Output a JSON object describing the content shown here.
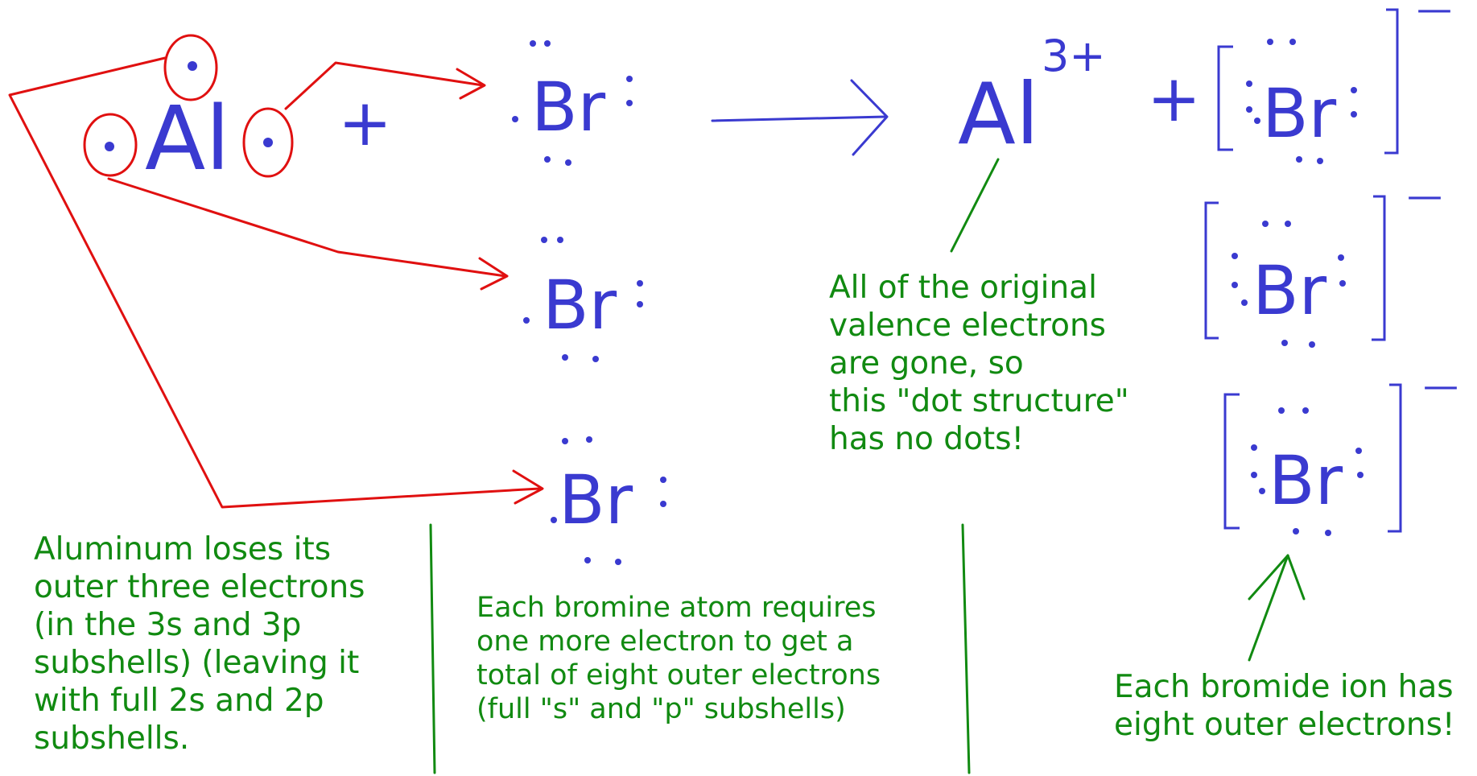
{
  "notes": {
    "aluminum": "Aluminum loses its\nouter three electrons\n(in the 3s and 3p\nsubshells) (leaving it\nwith full 2s and 2p\nsubshells.",
    "bromine": "Each bromine atom requires\none more electron to get a\ntotal of eight outer electrons\n(full \"s\" and \"p\" subshells)",
    "al_ion": "All of the original\nvalence electrons\nare gone, so\nthis \"dot structure\"\nhas no dots!",
    "bromide": "Each bromide ion has\neight outer electrons!"
  },
  "symbols": {
    "al": "Al",
    "br": "Br",
    "plus": "+",
    "charge_al": "3+",
    "charge_br": "—"
  },
  "colors": {
    "electron_arrows": "#e01010",
    "symbols": "#3a3ad0",
    "notes": "#118a11"
  }
}
